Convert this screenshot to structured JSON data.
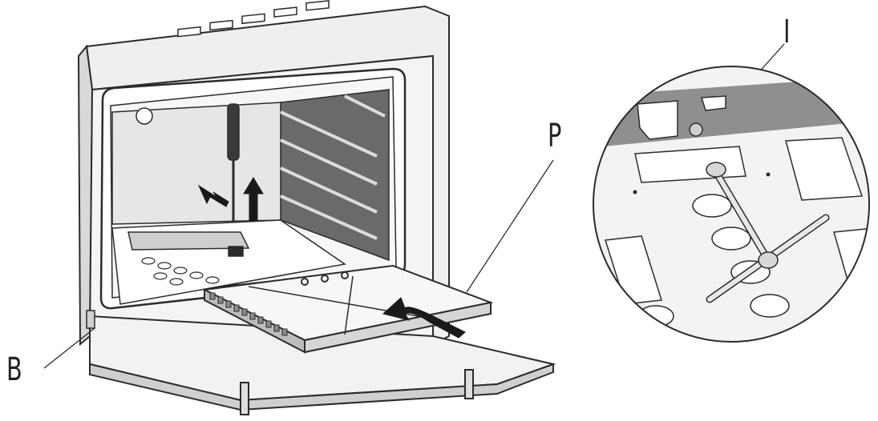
{
  "labels": {
    "B": "B",
    "P": "P",
    "I": "I"
  },
  "colors": {
    "line": "#2b2b2b",
    "panel_light": "#e9e9e9",
    "panel_mid": "#c8c8c8",
    "panel_dark": "#9a9a9a",
    "cavity_wall": "#6a6a6a",
    "arrow": "#1a1a1a"
  }
}
